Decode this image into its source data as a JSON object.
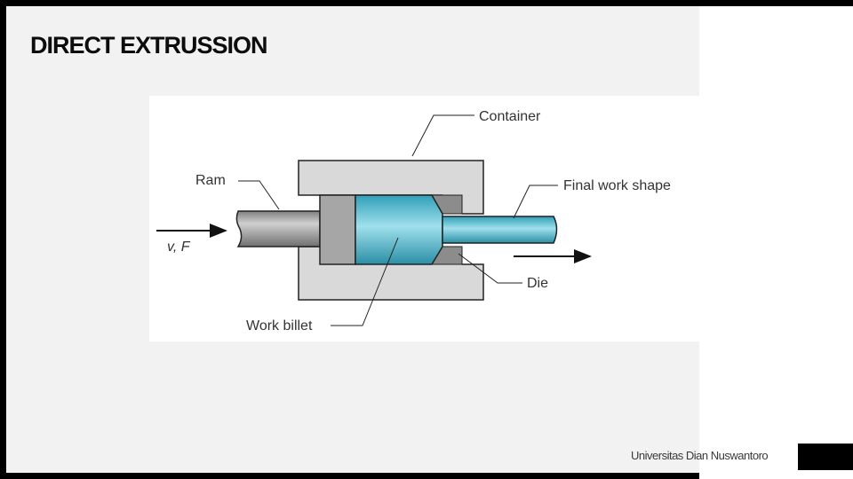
{
  "slide": {
    "title": "DIRECT EXTRUSSION",
    "footer": "Universitas Dian Nuswantoro",
    "page_number": ""
  },
  "diagram": {
    "labels": {
      "container": "Container",
      "ram": "Ram",
      "final_work_shape": "Final work shape",
      "velocity_force": "v, F",
      "die": "Die",
      "work_billet": "Work billet"
    },
    "colors": {
      "container_fill": "#d9d9d9",
      "ram_fill": "#a6a6a6",
      "billet_fill": "#5bbccf",
      "outline": "#222222"
    }
  }
}
